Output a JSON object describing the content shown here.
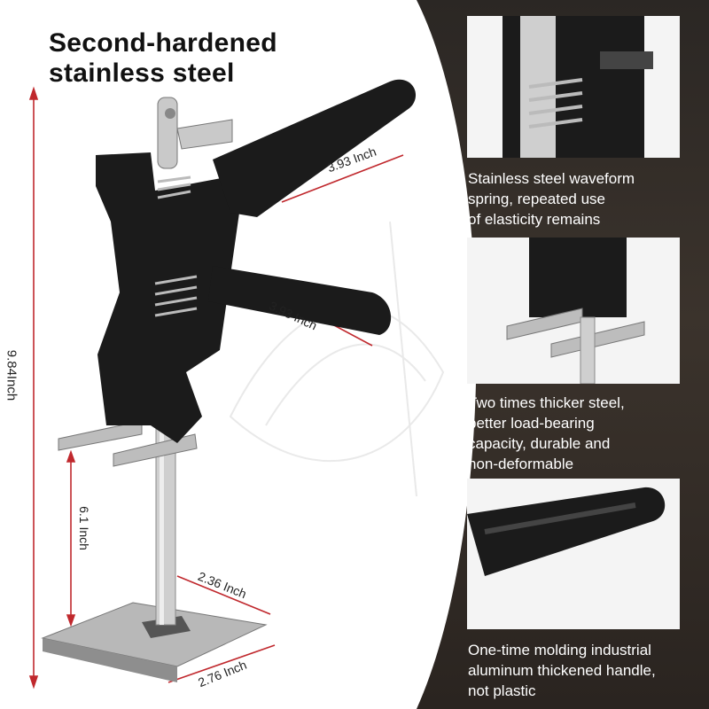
{
  "title": {
    "line1": "Second-hardened",
    "line2": "stainless steel"
  },
  "dimensions": {
    "height_total": "9.84Inch",
    "handle_top": "3.93 Inch",
    "handle_bottom": "3.93 Inch",
    "rod_length": "6.1 Inch",
    "base_width": "2.36 Inch",
    "base_length": "2.76 Inch"
  },
  "features": [
    {
      "lines": [
        "Stainless steel waveform",
        "spring, repeated use",
        "of elasticity remains"
      ]
    },
    {
      "lines": [
        "Two times thicker steel,",
        "better load-bearing",
        "capacity, durable and",
        "non-deformable"
      ]
    },
    {
      "lines": [
        "One-time molding industrial",
        "aluminum thickened handle,",
        "not plastic"
      ]
    }
  ],
  "colors": {
    "accent": "#c0282d",
    "tool": "#1a1a1a",
    "steel": "#c9c9c9"
  }
}
